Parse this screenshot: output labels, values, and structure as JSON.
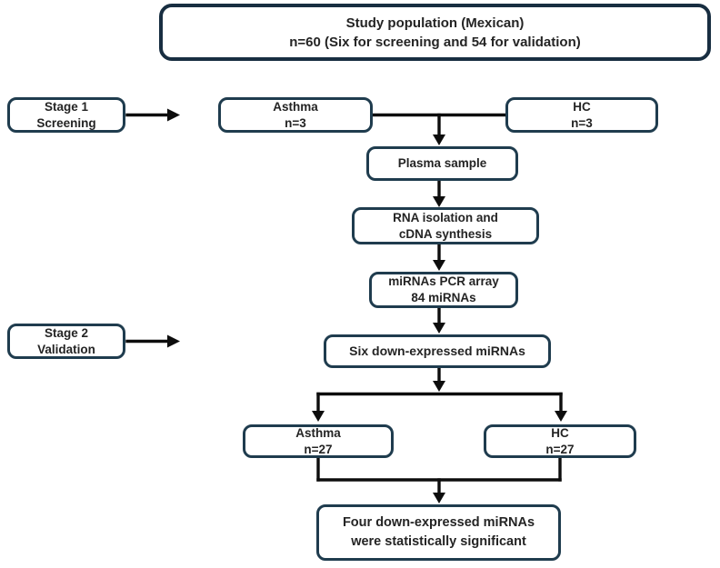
{
  "diagram": {
    "title_box": {
      "line1": "Study population (Mexican)",
      "line2": "n=60 (Six for screening and 54 for validation)"
    },
    "stage1": {
      "line1": "Stage 1",
      "line2": "Screening"
    },
    "stage2": {
      "line1": "Stage 2",
      "line2": "Validation"
    },
    "nodes": {
      "asthma_screening": {
        "line1": "Asthma",
        "line2": "n=3"
      },
      "hc_screening": {
        "line1": "HC",
        "line2": "n=3"
      },
      "plasma": {
        "line1": "Plasma sample"
      },
      "rna": {
        "line1": "RNA isolation and",
        "line2": "cDNA synthesis"
      },
      "pcr": {
        "line1": "miRNAs PCR array",
        "line2": "84 miRNAs"
      },
      "six": {
        "line1": "Six down-expressed miRNAs"
      },
      "asthma_validation": {
        "line1": "Asthma",
        "line2": "n=27"
      },
      "hc_validation": {
        "line1": "HC",
        "line2": "n=27"
      },
      "final": {
        "line1": "Four down-expressed miRNAs",
        "line2": "were statistically significant"
      }
    }
  },
  "colors": {
    "box_border": "#1f3c4e",
    "title_border": "#182e41",
    "connector": "#0d0d0d",
    "text": "#242424",
    "page_bg": "#ffffff"
  }
}
